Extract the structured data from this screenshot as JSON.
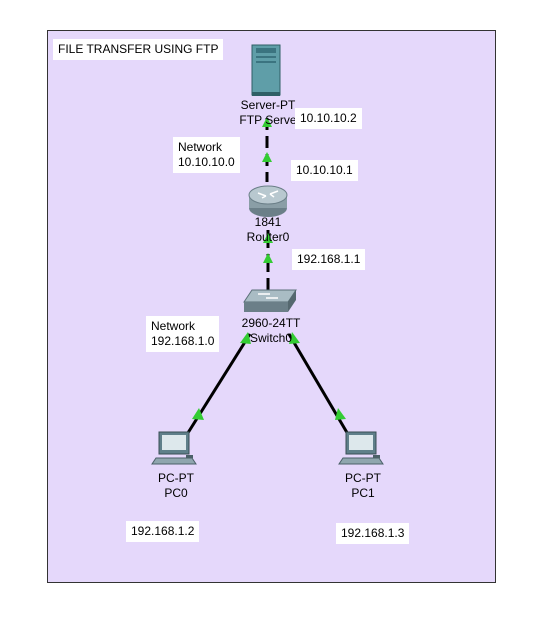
{
  "title": "FILE TRANSFER USING FTP",
  "devices": {
    "server": {
      "type": "Server-PT",
      "name": "FTP Serve",
      "icon": "server-icon"
    },
    "router": {
      "type": "1841",
      "name": "Router0",
      "icon": "router-icon"
    },
    "switch": {
      "type": "2960-24TT",
      "name": "Switch0",
      "icon": "switch-icon"
    },
    "pc0": {
      "type": "PC-PT",
      "name": "PC0",
      "icon": "pc-icon"
    },
    "pc1": {
      "type": "PC-PT",
      "name": "PC1",
      "icon": "pc-icon"
    }
  },
  "labels": {
    "server_ip": "10.10.10.2",
    "router_wan_ip": "10.10.10.1",
    "router_lan_ip": "192.168.1.1",
    "network_top_line1": "Network",
    "network_top_line2": "10.10.10.0",
    "network_bottom_line1": "Network",
    "network_bottom_line2": "192.168.1.0",
    "pc0_ip": "192.168.1.2",
    "pc1_ip": "192.168.1.3"
  },
  "colors": {
    "background": "#e5d8fb",
    "link": "#000000",
    "link_up": "#33cc33"
  }
}
